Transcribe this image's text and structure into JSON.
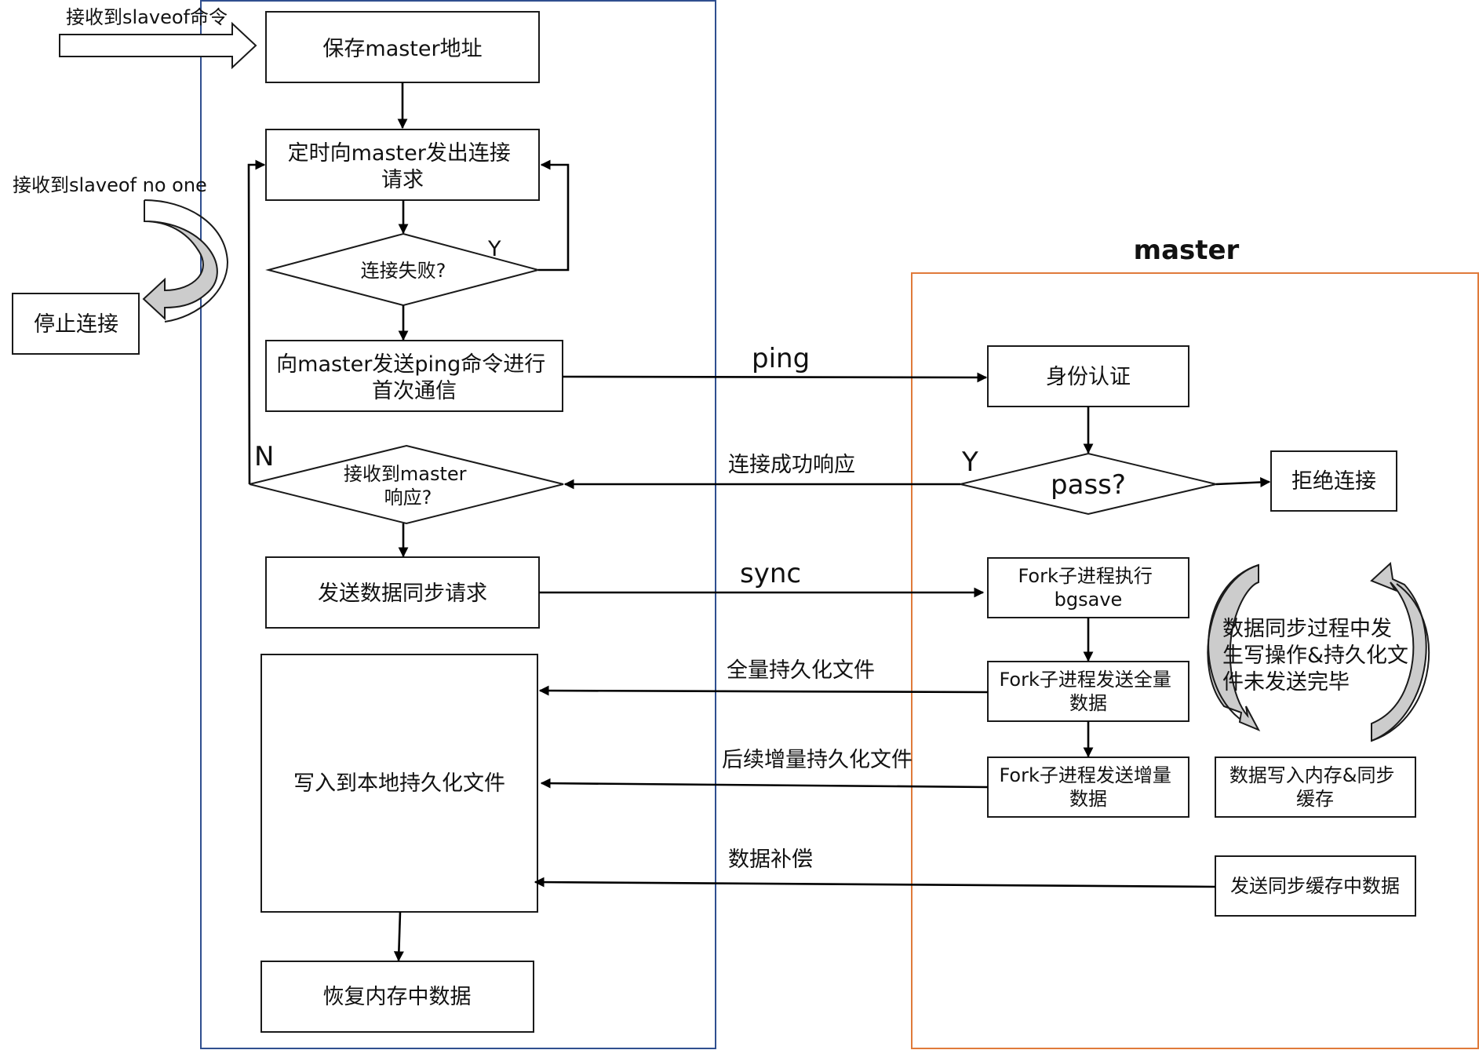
{
  "colors": {
    "slave_frame": "#2f4f8f",
    "master_frame": "#e07a3a",
    "gray_arrow": "#cccccc",
    "line": "#000000"
  },
  "slave": {
    "trigger_slaveof": "接收到slaveof命令",
    "trigger_no_one": "接收到slaveof no one",
    "stop_connection": "停止连接",
    "save_master_addr": "保存master地址",
    "timed_connect": [
      "定时向master发出连接",
      "请求"
    ],
    "connect_failed": "连接失败?",
    "send_ping": [
      "向master发送ping命令进行",
      "首次通信"
    ],
    "received_response": [
      "接收到master",
      "响应?"
    ],
    "send_sync_request": "发送数据同步请求",
    "write_local_file": "写入到本地持久化文件",
    "restore_memory": "恢复内存中数据",
    "yes_mark": "Y",
    "no_mark": "N"
  },
  "master": {
    "title": "master",
    "auth": "身份认证",
    "pass": "pass?",
    "yes_mark": "Y",
    "reject": "拒绝连接",
    "fork_bgsave": [
      "Fork子进程执行",
      "bgsave"
    ],
    "fork_send_full": [
      "Fork子进程发送全量",
      "数据"
    ],
    "fork_send_incr": [
      "Fork子进程发送增量",
      "数据"
    ],
    "cycle_note": [
      "数据同步过程中发",
      "生写操作&持久化文",
      "件未发送完毕"
    ],
    "write_mem_buffer": [
      "数据写入内存&同步",
      "缓存"
    ],
    "send_buffer_data": "发送同步缓存中数据"
  },
  "edges": {
    "ping": "ping",
    "connect_ok": "连接成功响应",
    "sync": "sync",
    "full_file": "全量持久化文件",
    "incr_file": "后续增量持久化文件",
    "compensate": "数据补偿"
  }
}
